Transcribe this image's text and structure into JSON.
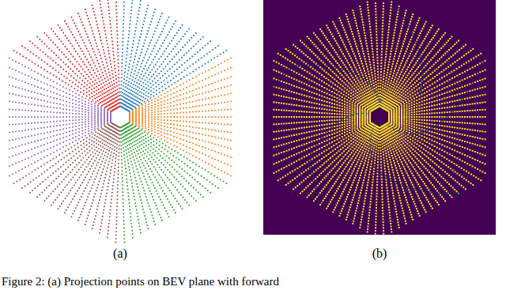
{
  "diagram": {
    "caption": "Figure 2: (a) Projection points on BEV plane with forward",
    "labels": [
      "(a)",
      "(b)"
    ]
  }
}
